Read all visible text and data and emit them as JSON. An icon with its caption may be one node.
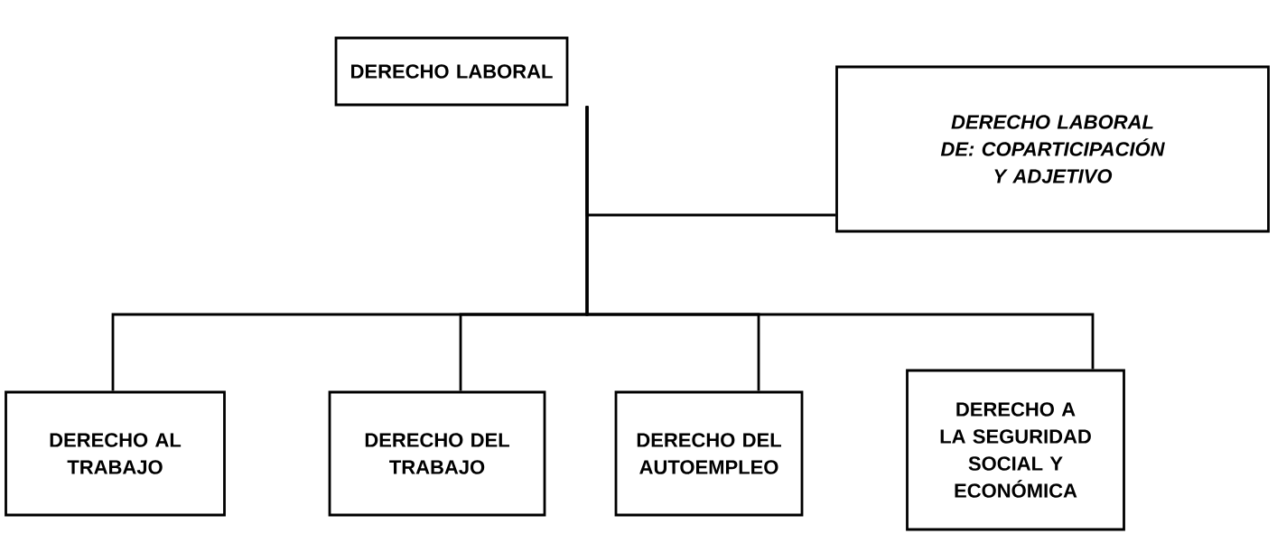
{
  "diagram": {
    "nodes": [
      {
        "text": [
          "DERECHO LABORAL"
        ]
      },
      {
        "text": [
          "DERECHO LABORAL DE: COPARTICIPACIÓN Y ADJETIVO"
        ]
      },
      {
        "text": [
          "DERECHO AL TRABAJO"
        ]
      },
      {
        "text": [
          "DERECHO DEL TRABAJO"
        ]
      },
      {
        "text": [
          "DERECHO DEL AUTOEMPLEO"
        ]
      },
      {
        "text": [
          "DERECHO A LA SEGURIDAD SOCIAL Y ECONÓMICA"
        ]
      }
    ],
    "edges": [
      {
        "from": 0,
        "to": 1,
        "arrow": "none"
      },
      {
        "from": 0,
        "to": 2,
        "arrow": "none"
      },
      {
        "from": 0,
        "to": 3,
        "arrow": "none"
      },
      {
        "from": 0,
        "to": 4,
        "arrow": "none"
      },
      {
        "from": 0,
        "to": 5,
        "arrow": "none"
      }
    ]
  }
}
